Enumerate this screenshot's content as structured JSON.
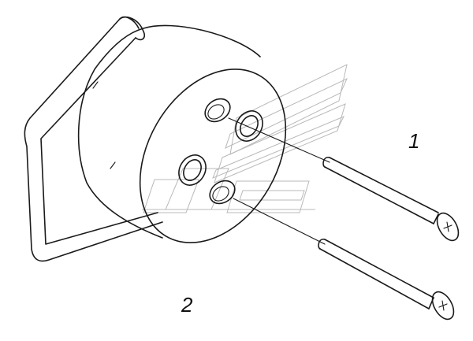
{
  "callouts": {
    "item_1": "1",
    "item_2": "2"
  },
  "parts": [
    {
      "number": "1",
      "name": "screw"
    },
    {
      "number": "2",
      "name": "socket"
    }
  ],
  "icons": {
    "watermark": "brand-logo-watermark",
    "screw_head": "phillips-cross"
  }
}
